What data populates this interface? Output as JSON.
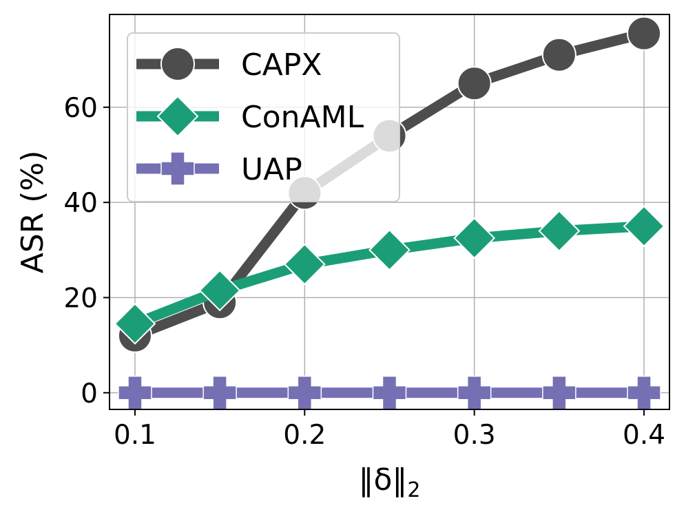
{
  "chart_data": {
    "type": "line",
    "xlabel": "‖δ‖",
    "xlabel_subscript": "2",
    "ylabel": "ASR (%)",
    "x": [
      0.1,
      0.15,
      0.2,
      0.25,
      0.3,
      0.35,
      0.4
    ],
    "xlim": [
      0.085,
      0.415
    ],
    "ylim": [
      -3.5,
      79.5
    ],
    "xticks": [
      0.1,
      0.2,
      0.3,
      0.4
    ],
    "xtick_labels": [
      "0.1",
      "0.2",
      "0.3",
      "0.4"
    ],
    "yticks": [
      0,
      20,
      40,
      60
    ],
    "ytick_labels": [
      "0",
      "20",
      "40",
      "60"
    ],
    "grid": true,
    "legend_position": "top-left",
    "series": [
      {
        "name": "CAPX",
        "color": "#4d4d4d",
        "marker": "circle",
        "values": [
          12,
          19,
          42,
          54,
          65,
          71,
          75.5
        ]
      },
      {
        "name": "ConAML",
        "color": "#1b9e77",
        "marker": "diamond",
        "values": [
          14.5,
          21.5,
          27,
          30,
          32.5,
          34,
          35
        ]
      },
      {
        "name": "UAP",
        "color": "#7570b3",
        "marker": "plus",
        "values": [
          0,
          0,
          0,
          0,
          0,
          0,
          0
        ]
      }
    ]
  }
}
